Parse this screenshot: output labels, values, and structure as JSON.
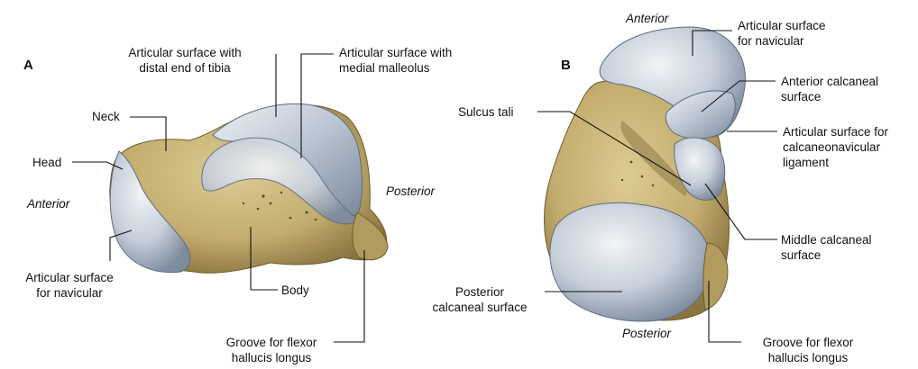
{
  "panels": {
    "a": {
      "letter": "A",
      "labels": {
        "articular_tibia_1": "Articular surface with",
        "articular_tibia_2": "distal end of tibia",
        "articular_malleolus_1": "Articular surface with",
        "articular_malleolus_2": "medial malleolus",
        "neck": "Neck",
        "head": "Head",
        "anterior": "Anterior",
        "posterior": "Posterior",
        "navicular_1": "Articular surface",
        "navicular_2": "for navicular",
        "body": "Body",
        "groove_1": "Groove for flexor",
        "groove_2": "hallucis longus"
      }
    },
    "b": {
      "letter": "B",
      "labels": {
        "anterior": "Anterior",
        "navicular_1": "Articular surface",
        "navicular_2": "for navicular",
        "sulcus": "Sulcus tali",
        "ant_calc_1": "Anterior calcaneal",
        "ant_calc_2": "surface",
        "calcnav_1": "Articular surface for",
        "calcnav_2": "calcaneonavicular",
        "calcnav_3": "ligament",
        "mid_calc_1": "Middle calcaneal",
        "mid_calc_2": "surface",
        "post_calc_1": "Posterior",
        "post_calc_2": "calcaneal surface",
        "posterior": "Posterior",
        "groove_1": "Groove for flexor",
        "groove_2": "hallucis longus"
      }
    }
  },
  "colors": {
    "bone": "#c7b47a",
    "bone_shadow": "#8d7a45",
    "cartilage": "#c4cdd8",
    "cartilage_light": "#eef1f5",
    "cartilage_shadow": "#7f8ea0",
    "leader": "#111111"
  }
}
